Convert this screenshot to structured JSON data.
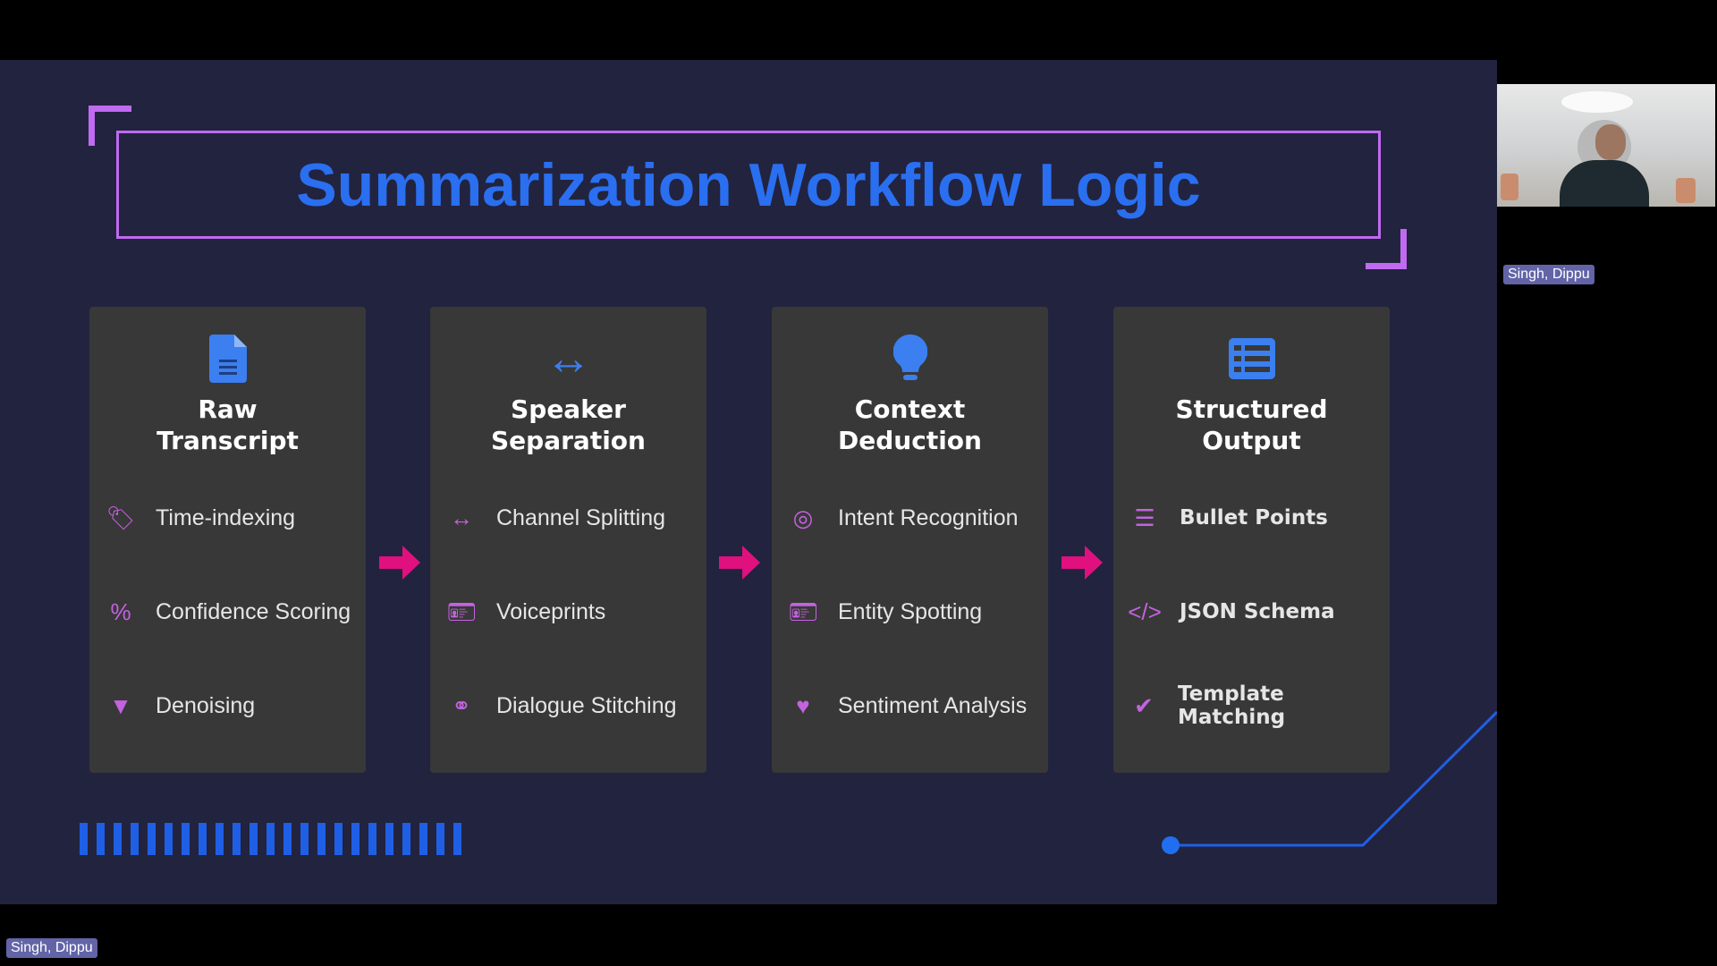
{
  "slide": {
    "title": "Summarization Workflow Logic",
    "colors": {
      "accent_purple": "#c06af0",
      "title_blue": "#2a6ff0",
      "arrow_pink": "#e0107f",
      "bg": "#22233f",
      "card": "#383838"
    },
    "cards": [
      {
        "title_line1": "Raw",
        "title_line2": "Transcript",
        "icon": "file-lines-icon",
        "items": [
          {
            "icon": "tag-icon",
            "label": "Time-indexing"
          },
          {
            "icon": "percent-icon",
            "label": "Confidence Scoring"
          },
          {
            "icon": "filter-icon",
            "label": "Denoising"
          }
        ]
      },
      {
        "title_line1": "Speaker",
        "title_line2": "Separation",
        "icon": "arrows-left-right-icon",
        "items": [
          {
            "icon": "arrows-left-right-icon",
            "label": "Channel Splitting"
          },
          {
            "icon": "id-card-icon",
            "label": "Voiceprints"
          },
          {
            "icon": "link-icon",
            "label": "Dialogue Stitching"
          }
        ]
      },
      {
        "title_line1": "Context",
        "title_line2": "Deduction",
        "icon": "lightbulb-icon",
        "items": [
          {
            "icon": "bullseye-icon",
            "label": "Intent Recognition"
          },
          {
            "icon": "id-card-icon",
            "label": "Entity Spotting"
          },
          {
            "icon": "heart-pulse-icon",
            "label": "Sentiment Analysis"
          }
        ]
      },
      {
        "title_line1": "Structured",
        "title_line2": "Output",
        "icon": "table-list-icon",
        "items": [
          {
            "icon": "list-icon",
            "label": "Bullet Points"
          },
          {
            "icon": "code-icon",
            "label": "JSON Schema"
          },
          {
            "icon": "check-double-icon",
            "label": "Template Matching"
          }
        ]
      }
    ]
  },
  "meeting": {
    "presenter_tag": "Singh, Dippu",
    "video_tag": "Singh, Dippu"
  }
}
